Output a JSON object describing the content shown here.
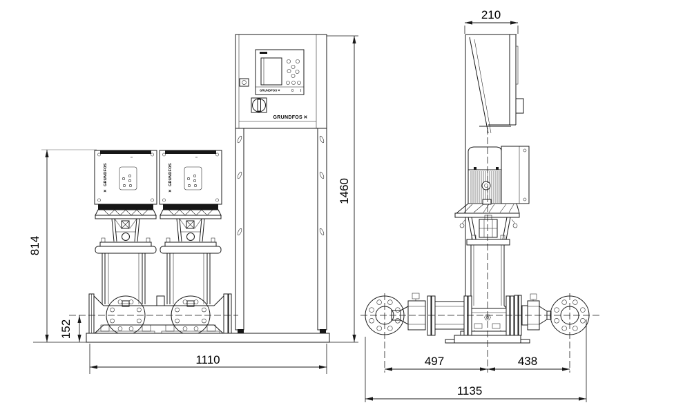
{
  "brand": {
    "wordmark": "GRUNDFOS",
    "symbol": "✕"
  },
  "front_view": {
    "dims": {
      "total_height": "1460",
      "pump_height": "814",
      "pipe_center_height": "152",
      "overall_width": "1110"
    },
    "control_panel": {
      "power_off_label": "0",
      "power_on_label": "I"
    }
  },
  "side_view": {
    "dims": {
      "cabinet_depth": "210",
      "suction_to_pump_center": "497",
      "pump_center_to_discharge": "438",
      "overall_depth": "1135"
    }
  }
}
